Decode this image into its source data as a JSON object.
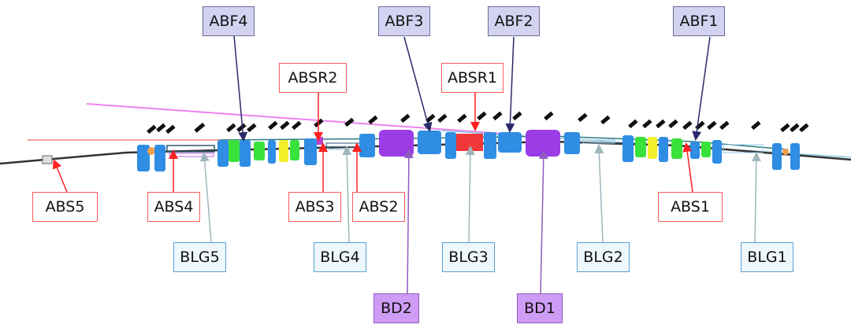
{
  "diagram": {
    "description": "Beamline layout with labelled components",
    "colors": {
      "abf_fill": "#d3d3f1",
      "abf_border": "#6a6a9a",
      "abf_leader": "#2a2a6a",
      "abs_fill": "#ffffff",
      "abs_border": "#ff5a5a",
      "abs_leader": "#ff2020",
      "blg_fill": "#eef7fb",
      "blg_border": "#5aa0d6",
      "blg_leader": "#9fb5bd",
      "bd_fill": "#cf9cf5",
      "bd_border": "#8e5cbf",
      "bd_leader": "#8e5cbf",
      "quad_blue": "#2f8de4",
      "sext_green": "#39e23a",
      "sext_yellow": "#f4ef2a",
      "dipole_purple": "#9b3ce6",
      "kicker_red": "#f0383a",
      "pink_line": "#ee82ee",
      "beamline": "#333333"
    },
    "labels": {
      "abf": [
        {
          "id": "ABF4",
          "text": "ABF4"
        },
        {
          "id": "ABF3",
          "text": "ABF3"
        },
        {
          "id": "ABF2",
          "text": "ABF2"
        },
        {
          "id": "ABF1",
          "text": "ABF1"
        }
      ],
      "absr": [
        {
          "id": "ABSR2",
          "text": "ABSR2"
        },
        {
          "id": "ABSR1",
          "text": "ABSR1"
        }
      ],
      "abs": [
        {
          "id": "ABS5",
          "text": "ABS5"
        },
        {
          "id": "ABS4",
          "text": "ABS4"
        },
        {
          "id": "ABS3",
          "text": "ABS3"
        },
        {
          "id": "ABS2",
          "text": "ABS2"
        },
        {
          "id": "ABS1",
          "text": "ABS1"
        }
      ],
      "blg": [
        {
          "id": "BLG5",
          "text": "BLG5"
        },
        {
          "id": "BLG4",
          "text": "BLG4"
        },
        {
          "id": "BLG3",
          "text": "BLG3"
        },
        {
          "id": "BLG2",
          "text": "BLG2"
        },
        {
          "id": "BLG1",
          "text": "BLG1"
        }
      ],
      "bd": [
        {
          "id": "BD2",
          "text": "BD2"
        },
        {
          "id": "BD1",
          "text": "BD1"
        }
      ]
    }
  }
}
